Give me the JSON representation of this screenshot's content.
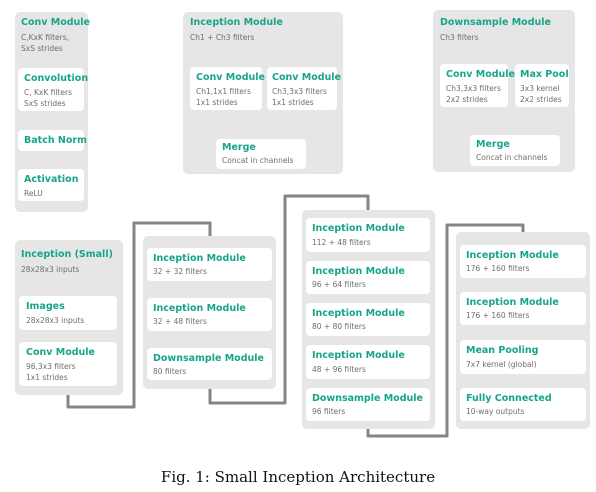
{
  "legend": {
    "conv_module": {
      "title": "Conv Module",
      "subtitle": "C,KxK filters,\nSxS strides",
      "convolution": {
        "title": "Convolution",
        "sub1": "C, KxK filters",
        "sub2": "SxS strides"
      },
      "batch_norm": {
        "title": "Batch Norm"
      },
      "activation": {
        "title": "Activation",
        "sub": "ReLU"
      }
    },
    "inception_module": {
      "title": "Inception Module",
      "subtitle": "Ch1 + Ch3 filters",
      "conv_a": {
        "title": "Conv Module",
        "sub1": "Ch1,1x1 filters",
        "sub2": "1x1 strides"
      },
      "conv_b": {
        "title": "Conv Module",
        "sub1": "Ch3,3x3 filters",
        "sub2": "1x1 strides"
      },
      "merge": {
        "title": "Merge",
        "sub": "Concat in channels"
      }
    },
    "downsample_module": {
      "title": "Downsample Module",
      "subtitle": "Ch3 filters",
      "conv": {
        "title": "Conv Module",
        "sub1": "Ch3,3x3 filters",
        "sub2": "2x2 strides"
      },
      "pool": {
        "title": "Max Pool",
        "sub1": "3x3 kernel",
        "sub2": "2x2 strides"
      },
      "merge": {
        "title": "Merge",
        "sub": "Concat in channels"
      }
    }
  },
  "network": {
    "col1": {
      "title": "Inception (Small)",
      "subtitle": "28x28x3 inputs",
      "images": {
        "title": "Images",
        "sub": "28x28x3 inputs"
      },
      "conv": {
        "title": "Conv Module",
        "sub1": "96,3x3 filters",
        "sub2": "1x1 strides"
      }
    },
    "col2": [
      {
        "title": "Inception Module",
        "sub": "32 + 32 filters"
      },
      {
        "title": "Inception Module",
        "sub": "32 + 48 filters"
      },
      {
        "title": "Downsample Module",
        "sub": "80 filters"
      }
    ],
    "col3": [
      {
        "title": "Inception Module",
        "sub": "112 + 48 filters"
      },
      {
        "title": "Inception Module",
        "sub": "96 + 64 filters"
      },
      {
        "title": "Inception Module",
        "sub": "80 + 80 filters"
      },
      {
        "title": "Inception Module",
        "sub": "48 + 96 filters"
      },
      {
        "title": "Downsample Module",
        "sub": "96 filters"
      }
    ],
    "col4": [
      {
        "title": "Inception Module",
        "sub": "176 + 160 filters"
      },
      {
        "title": "Inception Module",
        "sub": "176 + 160 filters"
      },
      {
        "title": "Mean Pooling",
        "sub": "7x7 kernel (global)"
      },
      {
        "title": "Fully Connected",
        "sub": "10-way outputs"
      }
    ]
  },
  "caption": "Fig. 1: Small Inception Architecture"
}
